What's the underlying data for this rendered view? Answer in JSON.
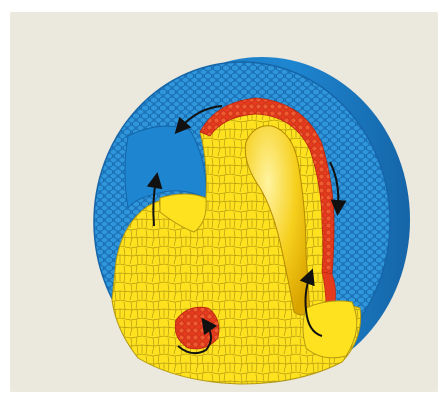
{
  "figure": {
    "background_color": "#ebe8dd",
    "colors": {
      "ectoderm_blue": "#1e86d0",
      "ectoderm_blue_dark": "#1565a8",
      "ectoderm_blue_light": "#58b0e8",
      "mesoderm_red": "#e43a1e",
      "mesoderm_red_light": "#f0734c",
      "endoderm_yellow": "#ffe21f",
      "endoderm_yellow_dark": "#e0b800",
      "endoderm_yellow_light": "#fff27a",
      "archenteron_gold": "#f3c316",
      "cell_outline": "#8a7a18",
      "arrow_color": "#111111"
    },
    "arrows": [
      {
        "name": "arrow-top-left-flow",
        "direction": "leftward-down"
      },
      {
        "name": "arrow-animal-cap-up",
        "direction": "up"
      },
      {
        "name": "arrow-right-down",
        "direction": "down"
      },
      {
        "name": "arrow-blastopore-lip-up",
        "direction": "up"
      },
      {
        "name": "arrow-bottom-left-involution",
        "direction": "up-right"
      }
    ]
  }
}
